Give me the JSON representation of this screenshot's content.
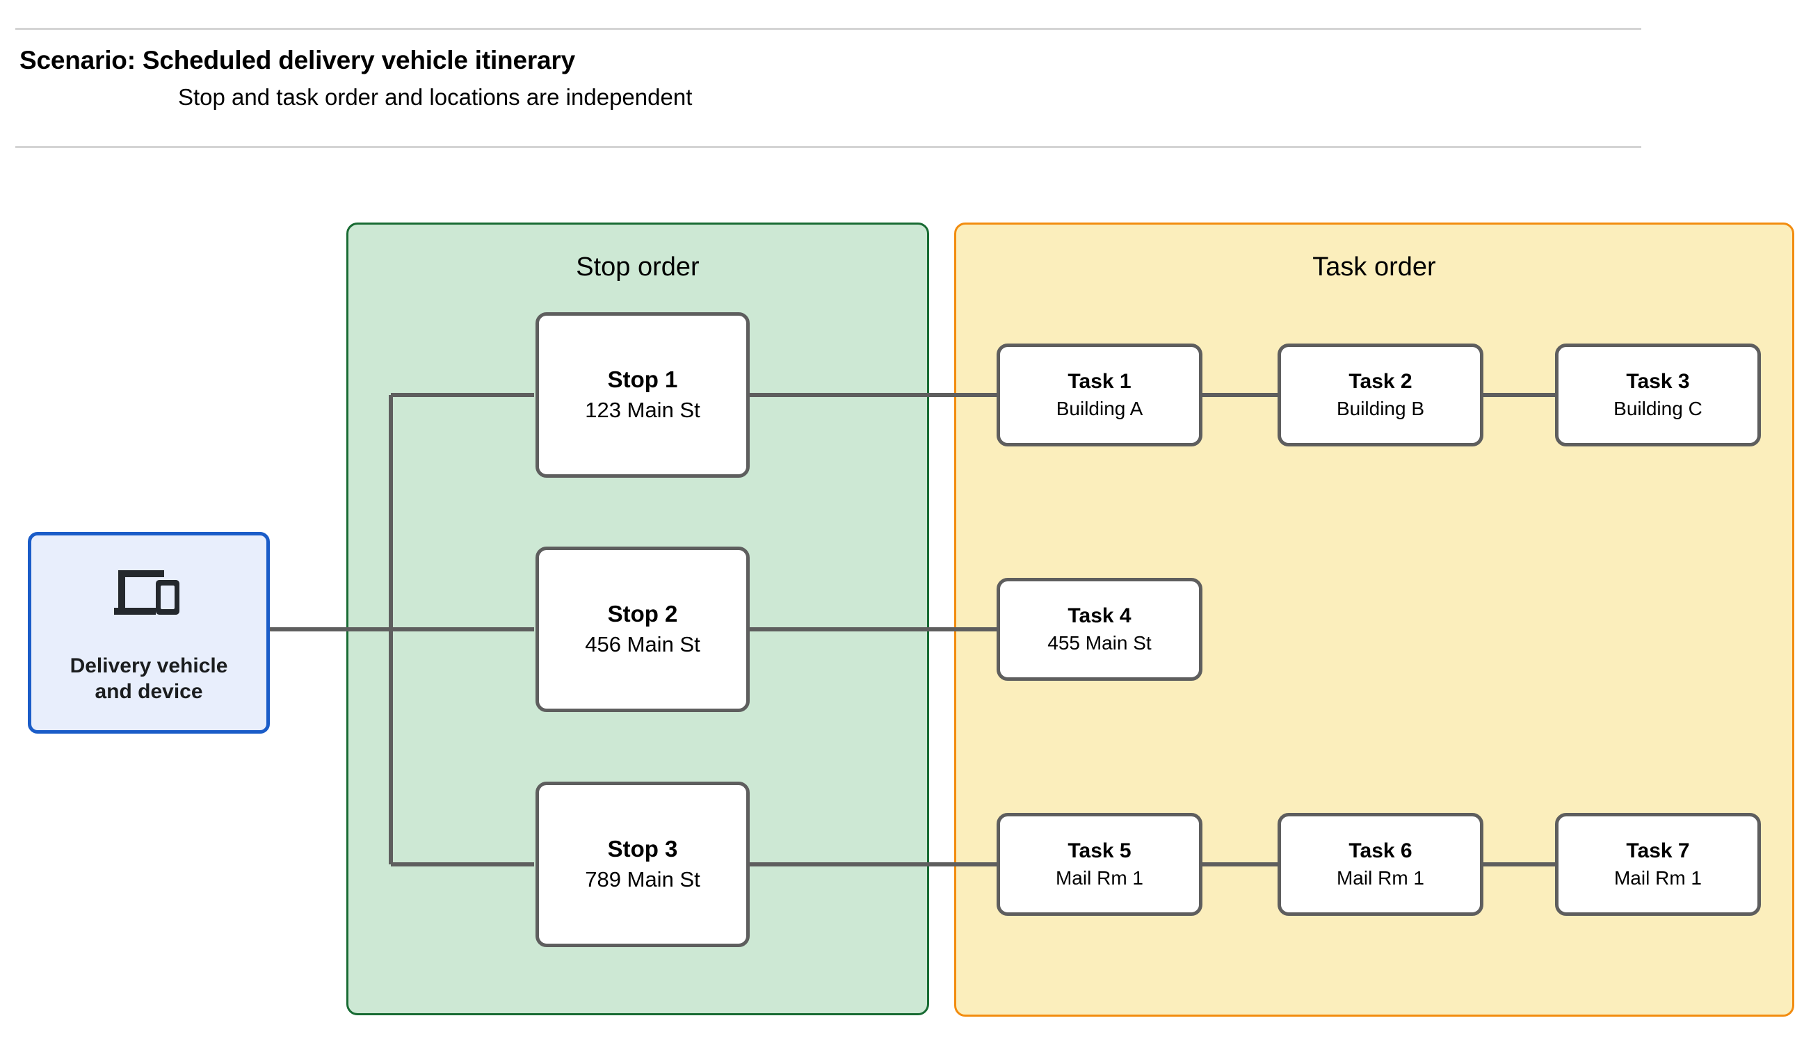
{
  "header": {
    "title": "Scenario: Scheduled delivery vehicle itinerary",
    "subtitle": "Stop and task order and locations are independent"
  },
  "delivery": {
    "label": "Delivery vehicle\nand device",
    "icon": "devices-icon",
    "border_color": "#1a5cc8",
    "fill_color": "#e8eefc"
  },
  "groups": {
    "stop": {
      "title": "Stop order",
      "fill_color": "#cde8d4",
      "border_color": "#186b33"
    },
    "task": {
      "title": "Task order",
      "fill_color": "#fbeebc",
      "border_color": "#f28c0f"
    }
  },
  "stops": [
    {
      "title": "Stop 1",
      "address": "123 Main St"
    },
    {
      "title": "Stop 2",
      "address": "456 Main St"
    },
    {
      "title": "Stop 3",
      "address": "789 Main St"
    }
  ],
  "tasks": [
    {
      "title": "Task 1",
      "location": "Building A"
    },
    {
      "title": "Task 2",
      "location": "Building B"
    },
    {
      "title": "Task 3",
      "location": "Building C"
    },
    {
      "title": "Task 4",
      "location": "455 Main St"
    },
    {
      "title": "Task 5",
      "location": "Mail Rm 1"
    },
    {
      "title": "Task 6",
      "location": "Mail Rm 1"
    },
    {
      "title": "Task 7",
      "location": "Mail Rm 1"
    }
  ],
  "connector_color": "#5e5e5e"
}
